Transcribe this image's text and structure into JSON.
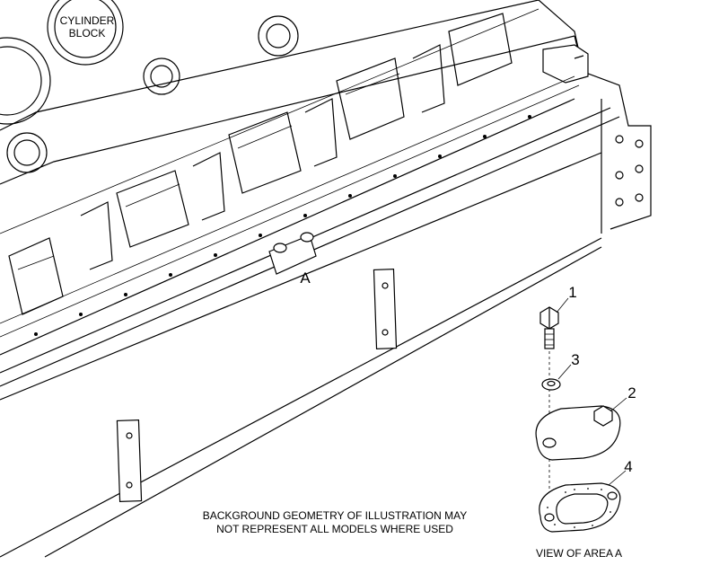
{
  "labels": {
    "block_line1": "CYLINDER",
    "block_line2": "BLOCK",
    "area_letter": "A",
    "note_line1": "BACKGROUND GEOMETRY OF ILLUSTRATION MAY",
    "note_line2": "NOT REPRESENT ALL MODELS WHERE USED",
    "view_caption": "VIEW OF AREA  A"
  },
  "callouts": [
    {
      "id": "1",
      "part": "bolt"
    },
    {
      "id": "2",
      "part": "cover-plate"
    },
    {
      "id": "3",
      "part": "washer"
    },
    {
      "id": "4",
      "part": "gasket"
    }
  ]
}
